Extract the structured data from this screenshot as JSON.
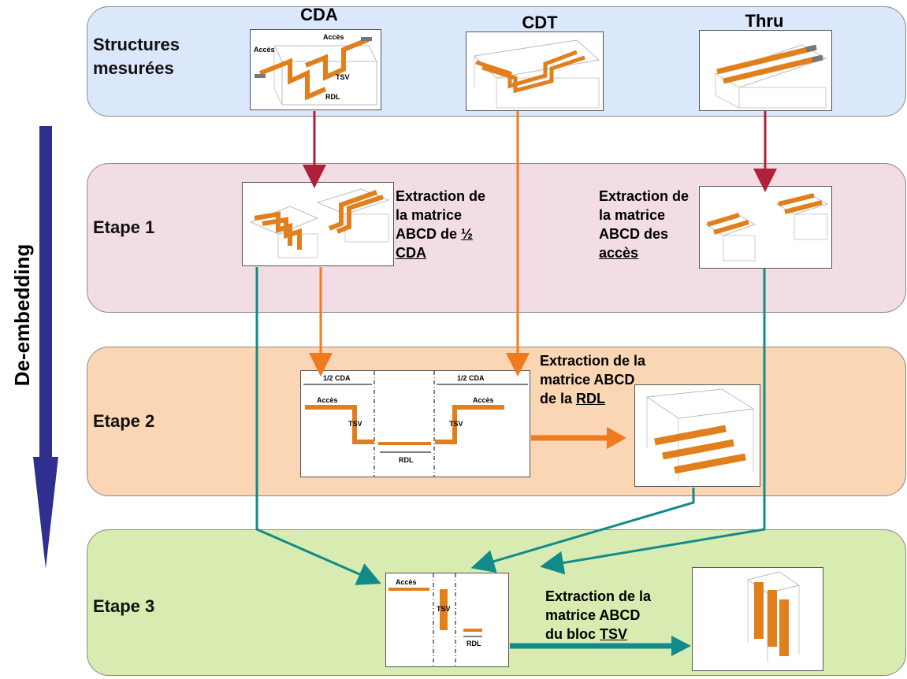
{
  "side_label": "De-embedding",
  "columns": {
    "cda": "CDA",
    "cdt": "CDT",
    "thru": "Thru"
  },
  "bands": {
    "structures": "Structures mesurées",
    "step1": "Etape 1",
    "step2": "Etape 2",
    "step3": "Etape 3"
  },
  "notes": {
    "step1_left": {
      "l1": "Extraction de",
      "l2": "la matrice",
      "l3": "ABCD de ",
      "l3u": "½",
      "l4u": "CDA"
    },
    "step1_right": {
      "l1": "Extraction de",
      "l2": "la matrice",
      "l3": "ABCD des",
      "l4u": "accès"
    },
    "step2": {
      "l1": "Extraction de la",
      "l2": "matrice ABCD",
      "l3": "de la ",
      "l3u": "RDL"
    },
    "step3": {
      "l1": "Extraction de la",
      "l2": "matrice ABCD",
      "l3": "du bloc ",
      "l3u": "TSV"
    }
  },
  "diagram_labels": {
    "acces": "Accès",
    "tsv": "TSV",
    "rdl": "RDL",
    "half_cda": "1/2 CDA"
  },
  "colors": {
    "band_structures": "#dbe7fb",
    "band_step1": "#f1dde3",
    "band_step2": "#fbd6b4",
    "band_step3": "#d8ebb0",
    "arrow_red": "#b0203a",
    "arrow_orange": "#f07b1e",
    "arrow_teal": "#138a8a",
    "big_arrow": "#2e2f8f",
    "copper": "#e07f1c"
  }
}
